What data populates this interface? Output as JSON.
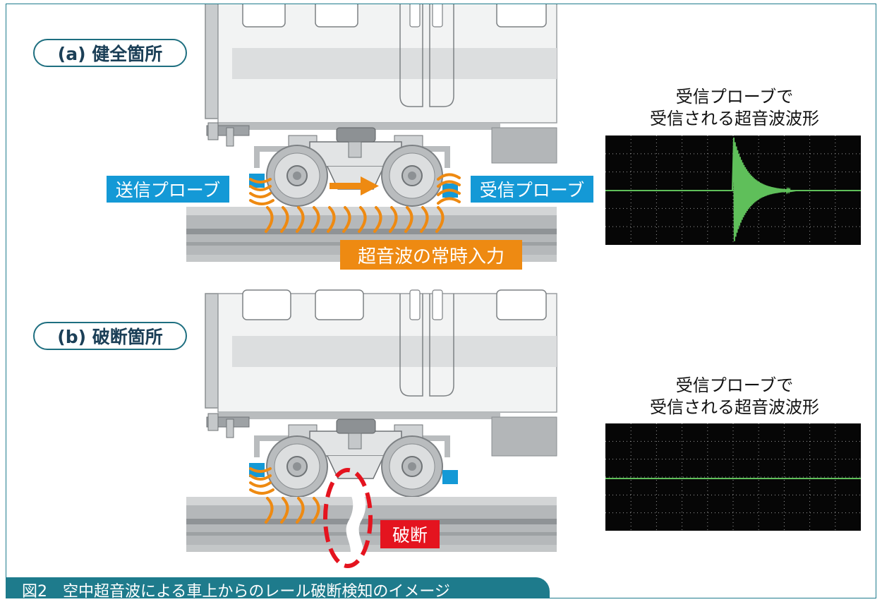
{
  "figure": {
    "caption": "図2　空中超音波による車上からのレール破断検知のイメージ"
  },
  "panel_a": {
    "title": "(a) 健全箇所",
    "tx_probe_label": "送信プローブ",
    "rx_probe_label": "受信プローブ",
    "input_label": "超音波の常時入力",
    "waveform_title_line1": "受信プローブで",
    "waveform_title_line2": "受信される超音波波形",
    "waveform_kind": "burst"
  },
  "panel_b": {
    "title": "(b) 破断箇所",
    "break_label": "破断",
    "waveform_title_line1": "受信プローブで",
    "waveform_title_line2": "受信される超音波波形",
    "waveform_kind": "flat"
  },
  "colors": {
    "teal": "#1e7b8c",
    "probe_blue": "#1499d6",
    "wave_orange": "#ee8a12",
    "break_red": "#e4141f",
    "signal_green": "#5fbf5a"
  },
  "icons": [
    "train-car-icon",
    "bogie-icon",
    "wheel-icon",
    "rail-icon",
    "ultrasonic-wave-icon",
    "arrow-right-icon",
    "rail-break-icon"
  ]
}
